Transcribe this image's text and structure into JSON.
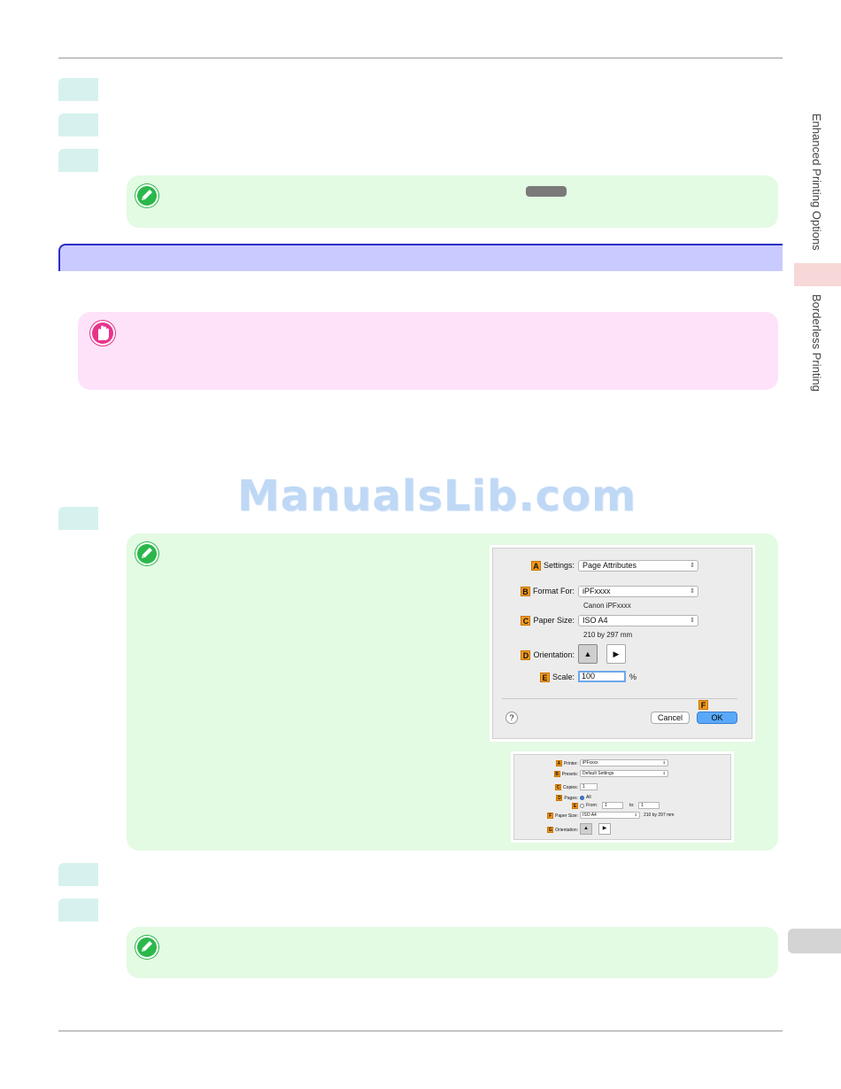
{
  "sidebar": {
    "chapter": "Enhanced Printing Options",
    "section": "Borderless Printing"
  },
  "watermark": "ManualsLib.com",
  "dialog1": {
    "settings_label": "Settings:",
    "settings_value": "Page Attributes",
    "format_label": "Format For:",
    "format_value": "iPFxxxx",
    "format_sub": "Canon iPFxxxx",
    "paper_label": "Paper Size:",
    "paper_value": "ISO A4",
    "paper_sub": "210 by 297 mm",
    "orientation_label": "Orientation:",
    "scale_label": "Scale:",
    "scale_value": "100",
    "scale_unit": "%",
    "help": "?",
    "cancel": "Cancel",
    "ok": "OK",
    "letters": [
      "A",
      "B",
      "C",
      "D",
      "E",
      "F"
    ]
  },
  "dialog2": {
    "printer_label": "Printer:",
    "printer_value": "iPFxxxx",
    "presets_label": "Presets:",
    "presets_value": "Default Settings",
    "copies_label": "Copies:",
    "copies_value": "1",
    "pages_label": "Pages:",
    "all_label": "All",
    "from_label": "From:",
    "from_value": "1",
    "to_label": "to:",
    "to_value": "1",
    "paper_label": "Paper Size:",
    "paper_value": "ISO A4",
    "paper_sub": "210 by 297 mm",
    "orientation_label": "Orientation:",
    "letters": [
      "A",
      "B",
      "C",
      "D",
      "E",
      "F",
      "G"
    ]
  },
  "colors": {
    "step_tab": "#d6f1ee",
    "note_bg": "#e3fae3",
    "important_bg": "#fde2fa",
    "header_bar": "#c9caff",
    "header_border": "#2a2fc4",
    "letter_badge": "#f39a1a"
  }
}
